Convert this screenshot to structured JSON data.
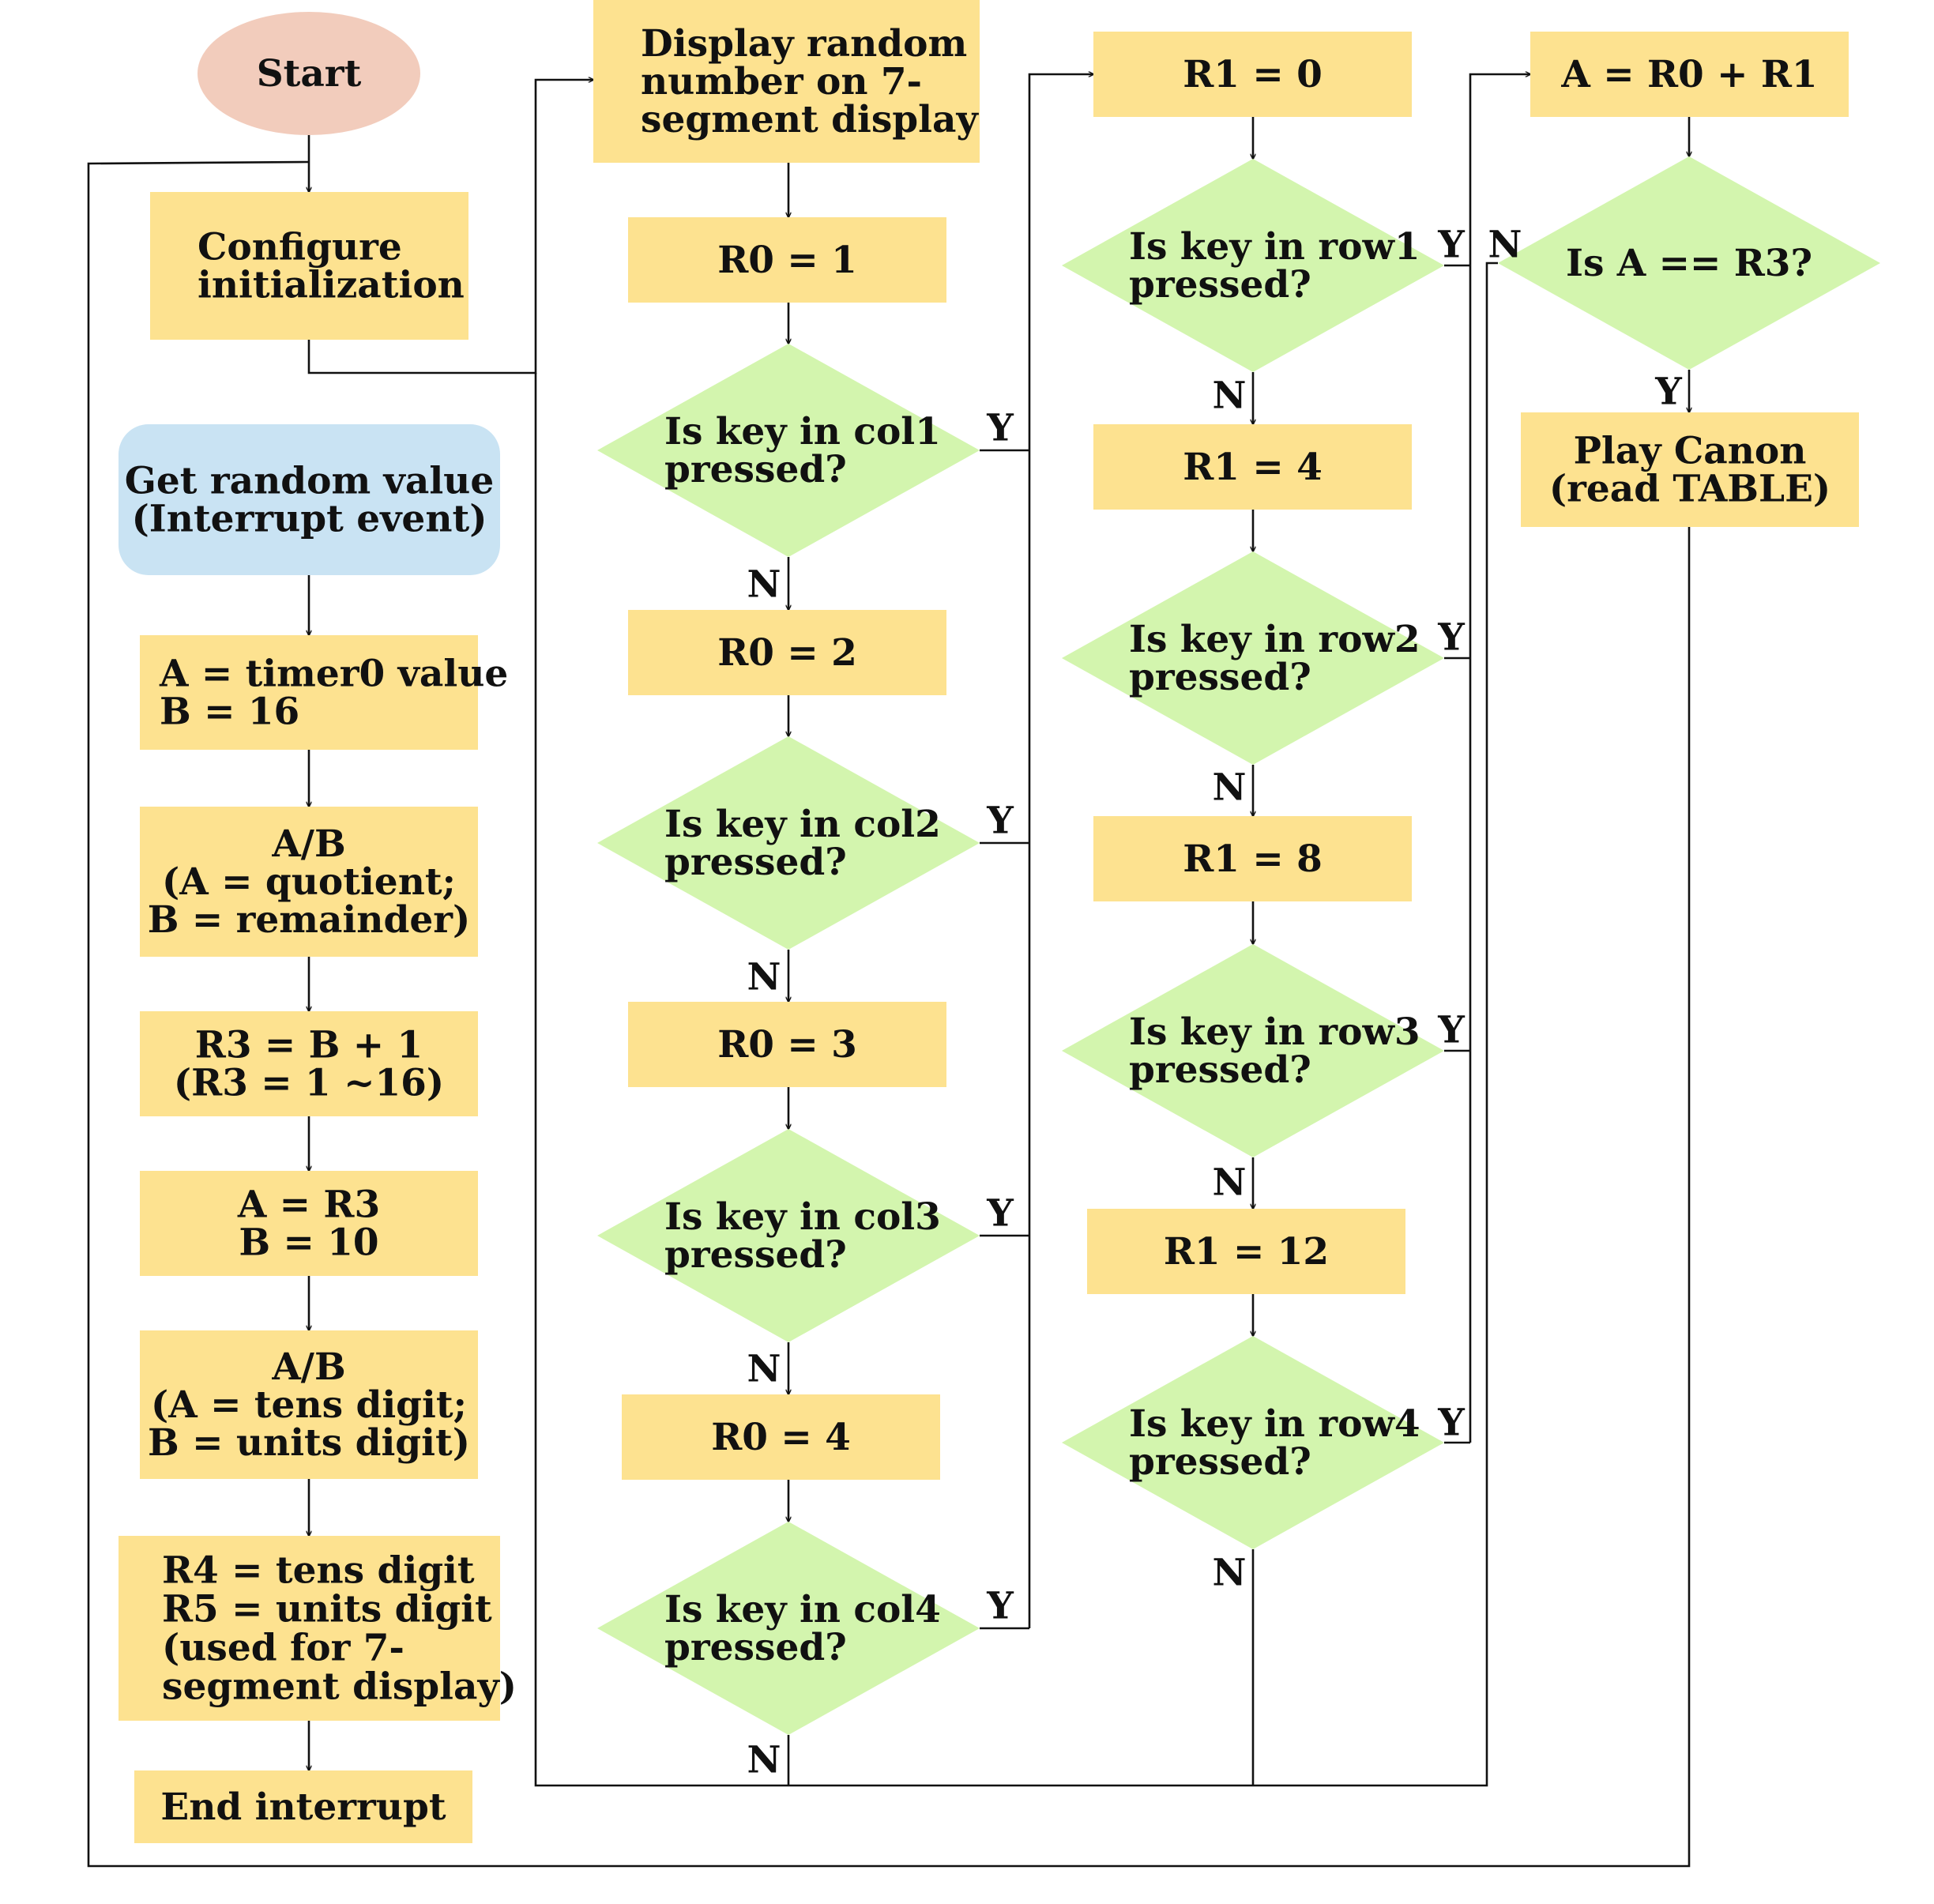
{
  "colors": {
    "process": "#FDE290",
    "decision": "#D3F5AE",
    "start": "#F2CCBC",
    "interrupt": "#C9E3F3",
    "line": "#111111"
  },
  "nodes": {
    "start": "Start",
    "configure_init": [
      "Configure",
      "initialization"
    ],
    "get_random": [
      "Get random value",
      "(Interrupt event)"
    ],
    "a_timer0": [
      "A = timer0 value",
      "B = 16"
    ],
    "div_16": [
      "A/B",
      "(A = quotient;",
      "B = remainder)"
    ],
    "r3_calc": [
      "R3 = B + 1",
      "(R3 = 1 ~16)"
    ],
    "a_r3": [
      "A = R3",
      "B = 10"
    ],
    "div_10": [
      "A/B",
      "(A = tens digit;",
      "B = units digit)"
    ],
    "r4_r5": [
      "R4 = tens digit",
      "R5 = units digit",
      "(used for 7-",
      "segment display)"
    ],
    "end_interrupt": "End interrupt",
    "display_random": [
      "Display random",
      "number on 7-",
      "segment display"
    ],
    "r0_1": "R0 = 1",
    "col1": [
      "Is key in col1",
      "pressed?"
    ],
    "r0_2": "R0 = 2",
    "col2": [
      "Is key in col2",
      "pressed?"
    ],
    "r0_3": "R0 = 3",
    "col3": [
      "Is key in col3",
      "pressed?"
    ],
    "r0_4": "R0 = 4",
    "col4": [
      "Is key in col4",
      "pressed?"
    ],
    "r1_0": "R1 = 0",
    "row1": [
      "Is key in row1",
      "pressed?"
    ],
    "r1_4": "R1 = 4",
    "row2": [
      "Is key in row2",
      "pressed?"
    ],
    "r1_8": "R1 = 8",
    "row3": [
      "Is key in row3",
      "pressed?"
    ],
    "r1_12": "R1 = 12",
    "row4": [
      "Is key in row4",
      "pressed?"
    ],
    "a_sum": "A = R0 + R1",
    "is_a_r3": "Is A == R3?",
    "play_canon": [
      "Play Canon",
      "(read TABLE)"
    ]
  },
  "edge_labels": {
    "yes": "Y",
    "no": "N"
  }
}
